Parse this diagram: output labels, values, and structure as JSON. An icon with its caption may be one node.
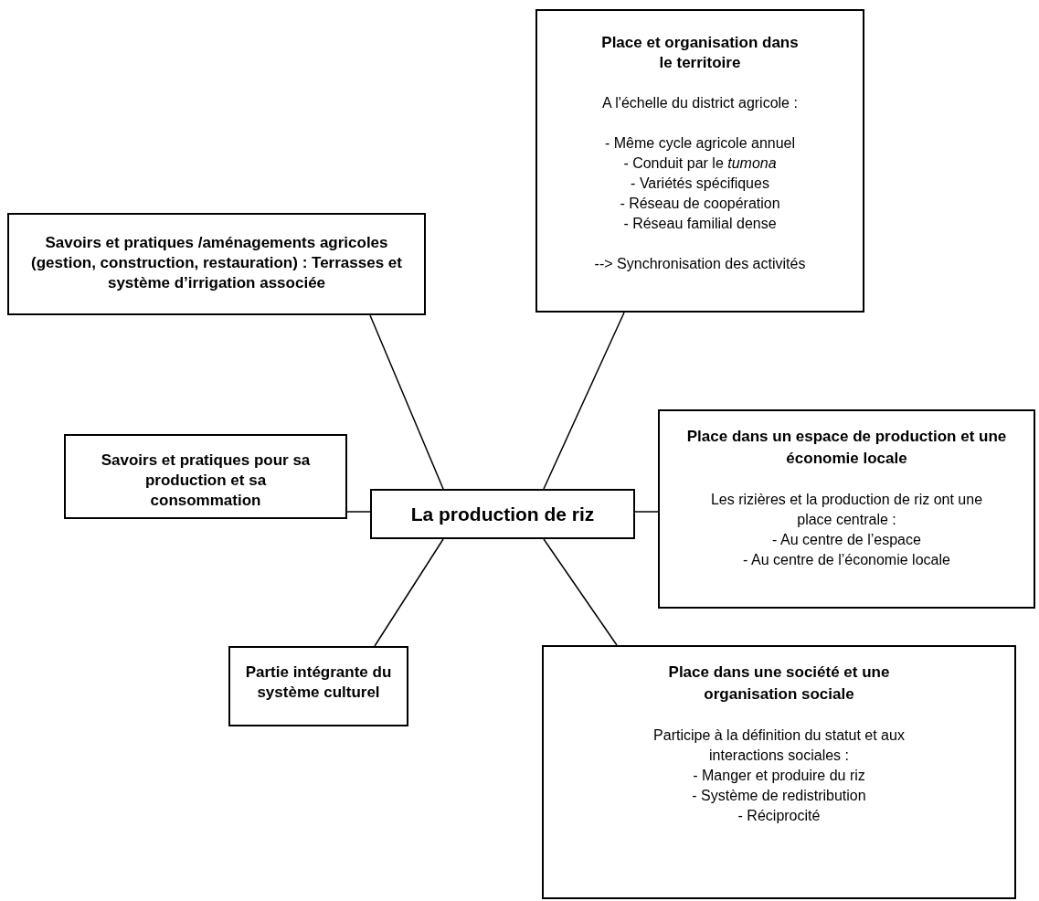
{
  "diagram": {
    "nodes": [
      {
        "text": [
          "Place et organisation dans le territoire",
          "A l'échelle du district agricole :",
          "- Même cycle agricole annuel",
          "- Conduit par le *tumona*",
          "- Variétés spécifiques",
          "- Réseau de coopération",
          "- Réseau familial dense",
          "--> Synchronisation des activités"
        ]
      },
      {
        "text": [
          "Savoirs et pratiques /aménagements agricoles (gestion, construction, restauration) : Terrasses et système d’irrigation associée"
        ]
      },
      {
        "text": [
          "Place dans un espace de production et une économie locale",
          "Les rizières et la production de riz ont une place centrale :",
          "- Au centre de l’espace",
          "- Au centre de l’économie locale"
        ]
      },
      {
        "text": [
          "Savoirs et pratiques pour sa production et sa consommation"
        ]
      },
      {
        "text": [
          "La production de riz"
        ]
      },
      {
        "text": [
          "Partie intégrante du système culturel"
        ]
      },
      {
        "text": [
          "Place dans une société et une organisation sociale",
          "Participe à la définition du statut et aux interactions sociales :",
          "- Manger et produire du riz",
          "- Système de redistribution",
          "- Réciprocité"
        ]
      }
    ],
    "edges": [
      {
        "from": 4,
        "to": 1,
        "arrow": "none"
      },
      {
        "from": 4,
        "to": 0,
        "arrow": "none"
      },
      {
        "from": 4,
        "to": 3,
        "arrow": "none"
      },
      {
        "from": 4,
        "to": 2,
        "arrow": "none"
      },
      {
        "from": 4,
        "to": 5,
        "arrow": "none"
      },
      {
        "from": 4,
        "to": 6,
        "arrow": "none"
      }
    ]
  }
}
